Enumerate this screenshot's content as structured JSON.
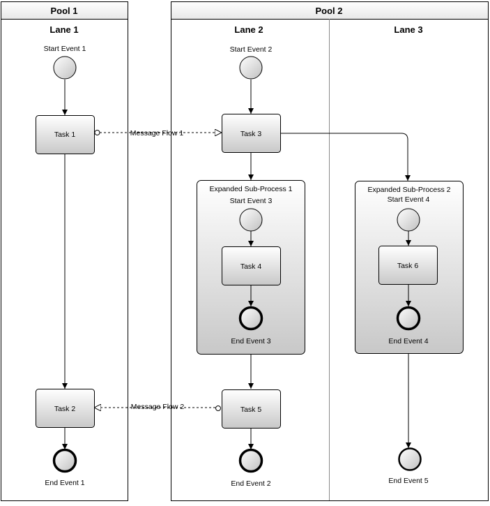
{
  "pools": [
    {
      "title": "Pool 1",
      "lanes": [
        "Lane 1"
      ]
    },
    {
      "title": "Pool 2",
      "lanes": [
        "Lane 2",
        "Lane 3"
      ]
    }
  ],
  "start_events": [
    "Start Event 1",
    "Start Event 2",
    "Start Event 3",
    "Start Event 4"
  ],
  "tasks": [
    "Task 1",
    "Task 2",
    "Task 3",
    "Task 4",
    "Task 5",
    "Task 6"
  ],
  "subprocesses": [
    "Expanded Sub-Process 1",
    "Expanded Sub-Process 2"
  ],
  "end_events": [
    "End Event 1",
    "End Event 2",
    "End Event 3",
    "End Event 4",
    "End Event 5"
  ],
  "message_flows": [
    "Message Flow 1",
    "Message Flow 2"
  ],
  "colors": {
    "shape_top": "#ffffff",
    "shape_bottom": "#c8c8c8",
    "stroke": "#000000"
  }
}
